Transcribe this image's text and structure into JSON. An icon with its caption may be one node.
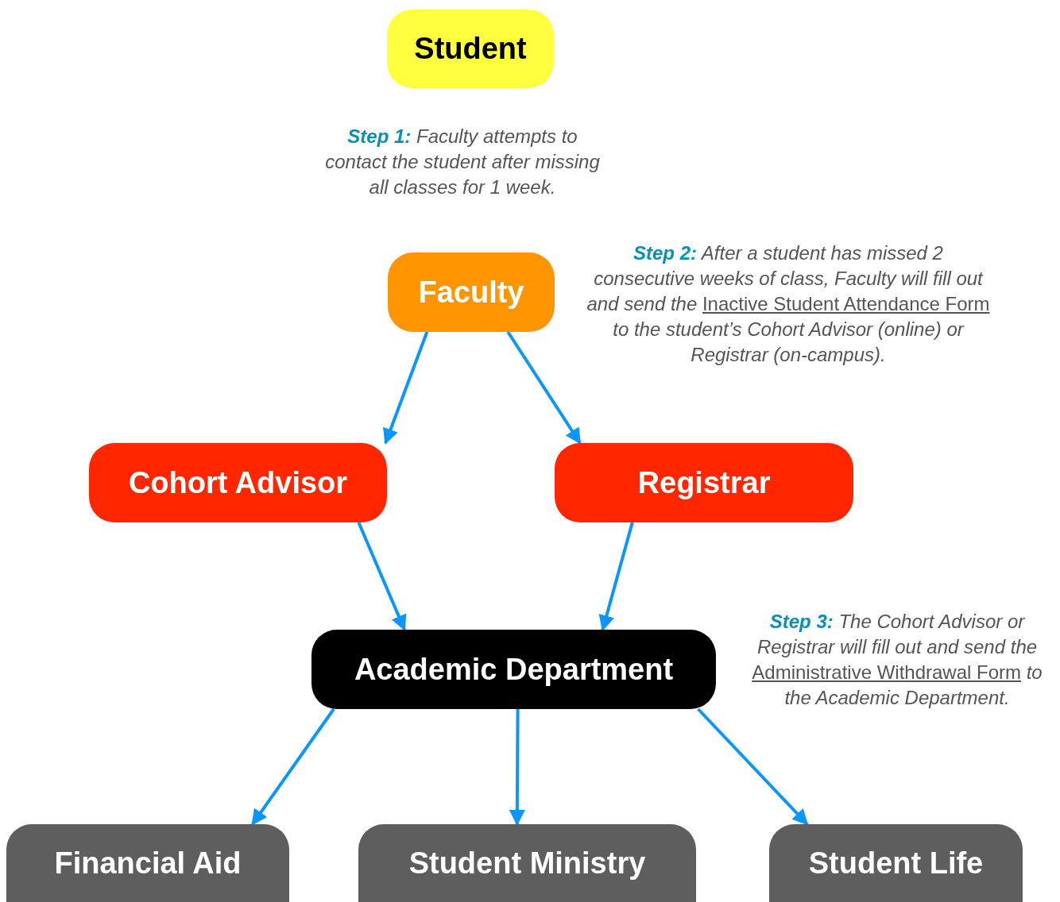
{
  "diagram": {
    "nodes": [
      {
        "text": [
          "Student"
        ]
      },
      {
        "text": [
          "Faculty"
        ]
      },
      {
        "text": [
          "Cohort Advisor"
        ]
      },
      {
        "text": [
          "Registrar"
        ]
      },
      {
        "text": [
          "Academic Department"
        ]
      },
      {
        "text": [
          "Financial Aid"
        ]
      },
      {
        "text": [
          "Student Ministry"
        ]
      },
      {
        "text": [
          "Student Life"
        ]
      }
    ],
    "edges": [
      {
        "from": 1,
        "to": 2,
        "arrow": "to"
      },
      {
        "from": 1,
        "to": 3,
        "arrow": "to"
      },
      {
        "from": 2,
        "to": 4,
        "arrow": "to"
      },
      {
        "from": 3,
        "to": 4,
        "arrow": "to"
      },
      {
        "from": 4,
        "to": 5,
        "arrow": "to"
      },
      {
        "from": 4,
        "to": 6,
        "arrow": "to"
      },
      {
        "from": 4,
        "to": 7,
        "arrow": "to"
      }
    ],
    "labels": [
      "**Step 1:** Faculty attempts to contact the student after missing all classes for 1 week.",
      "**Step 2:**  After a student has missed 2 consecutive weeks of class, Faculty will fill out and send the *Inactive Student Attendance Form* to the student’s Cohort Advisor (online) or Registrar (on-campus).",
      "**Step 3:** The Cohort Advisor or Registrar will fill out and send the *Administrative Withdrawal Form* to the Academic Department."
    ]
  }
}
